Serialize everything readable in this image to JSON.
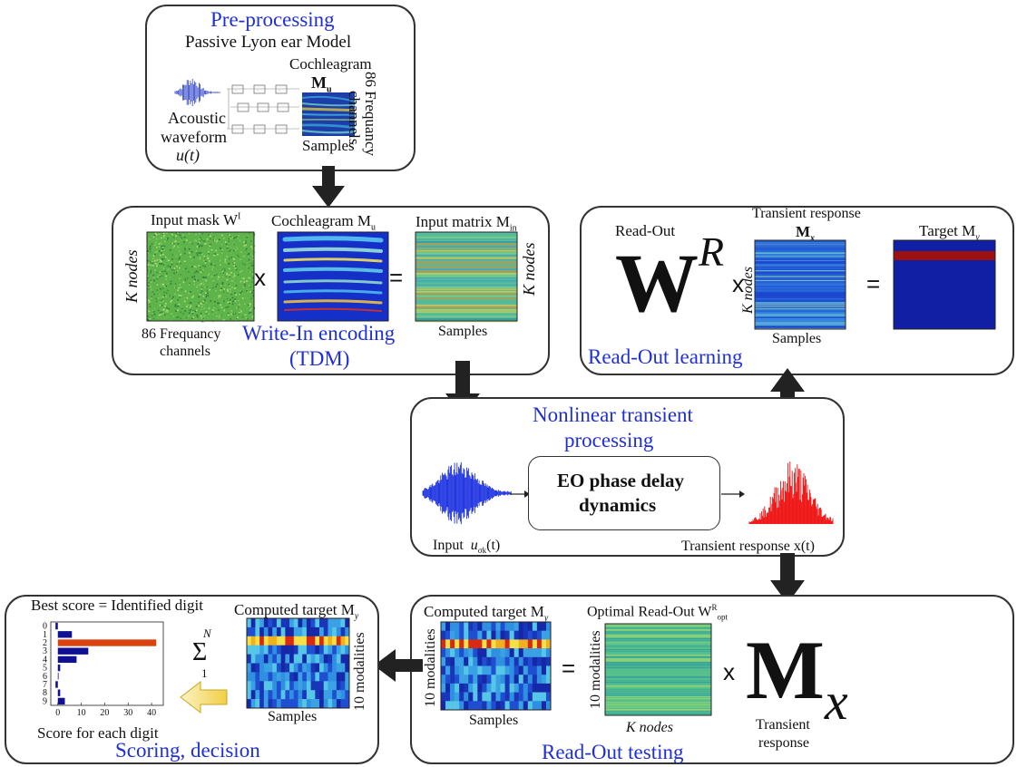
{
  "preprocessing": {
    "title": "Pre-processing",
    "subtitle": "Passive Lyon ear Model",
    "cochleagram_label": "Cochleagram",
    "mu_label": "M",
    "mu_sub": "u",
    "acoustic": "Acoustic",
    "waveform": "waveform",
    "ut": "u(t)",
    "samples": "Samples",
    "freq_channels_1": "86 Frequancy",
    "freq_channels_2": "channels"
  },
  "writein": {
    "input_mask": "Input mask W",
    "input_mask_sup": "I",
    "cochleagram": "Cochleagram M",
    "cochleagram_sub": "u",
    "input_matrix": "Input matrix M",
    "input_matrix_sub": "in",
    "k_nodes_left": "K nodes",
    "k_nodes_right": "K nodes",
    "times": "x",
    "equals": "=",
    "freq_1": "86 Frequancy",
    "freq_2": "channels",
    "samples": "Samples",
    "title_1": "Write-In encoding",
    "title_2": "(TDM)"
  },
  "readout_learning": {
    "readout": "Read-Out",
    "transient_response": "Transient response",
    "mx": "M",
    "mx_sub": "x",
    "target": "Target M",
    "target_sub": "y",
    "big_w": "W",
    "big_w_sup": "R",
    "times": "x",
    "equals": "=",
    "k_nodes": "K nodes",
    "samples": "Samples",
    "title": "Read-Out  learning"
  },
  "nonlinear": {
    "title_1": "Nonlinear transient",
    "title_2": "processing",
    "eo_1": "EO phase delay",
    "eo_2": "dynamics",
    "input": "Input",
    "u_label": "u",
    "u_sub": "σk",
    "u_arg": "(t)",
    "transient": "Transient response x(t)"
  },
  "readout_testing": {
    "computed_target": "Computed target M",
    "computed_target_sub": "y",
    "optimal_readout": "Optimal Read-Out W",
    "optimal_sup": "R",
    "optimal_sub": "opt",
    "modalities_left": "10 modalities",
    "modalities_right": "10 modalities",
    "equals": "=",
    "times": "x",
    "samples": "Samples",
    "k_nodes": "K nodes",
    "big_m": "M",
    "big_m_sub": "x",
    "transient_1": "Transient",
    "transient_2": "response",
    "title": "Read-Out  testing"
  },
  "scoring": {
    "best_score": "Best score = Identified digit",
    "computed_target": "Computed target M",
    "computed_target_sub": "y",
    "modalities": "10 modalities",
    "samples": "Samples",
    "sum_top": "N",
    "sum_symbol": "Σ",
    "sum_bottom": "1",
    "axis_label": "Score for each digit",
    "title": "Scoring, decision"
  },
  "colors": {
    "blue_text": "#1f2fd6",
    "highlight_bar": "#d9430f",
    "bar": "#101094",
    "arrow": "#222222",
    "yellow_arrow": "#f6e27a"
  },
  "chart_data": {
    "type": "bar",
    "orientation": "horizontal",
    "categories": [
      "0",
      "1",
      "2",
      "3",
      "4",
      "5",
      "6",
      "7",
      "8",
      "9"
    ],
    "values": [
      -1,
      6,
      42,
      13,
      8,
      1,
      0,
      -1,
      1,
      3
    ],
    "highlight_index": 2,
    "xticks": [
      0,
      10,
      20,
      30,
      40
    ],
    "xlim": [
      -3,
      45
    ],
    "xlabel": "Score for each digit",
    "title": "Best score = Identified digit"
  }
}
